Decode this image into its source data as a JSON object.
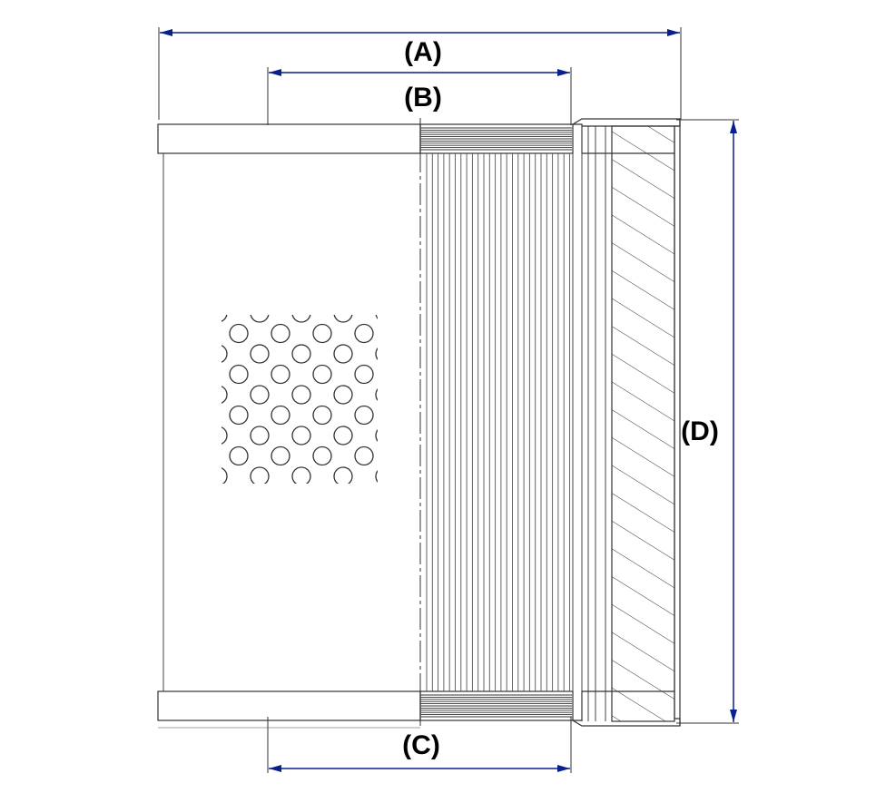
{
  "colors": {
    "line": "#333333",
    "dimension": "#0a1f8f",
    "label": "#000000",
    "background": "#ffffff"
  },
  "dimensions": {
    "a": "(A)",
    "b": "(B)",
    "c": "(C)",
    "d": "(D)"
  }
}
